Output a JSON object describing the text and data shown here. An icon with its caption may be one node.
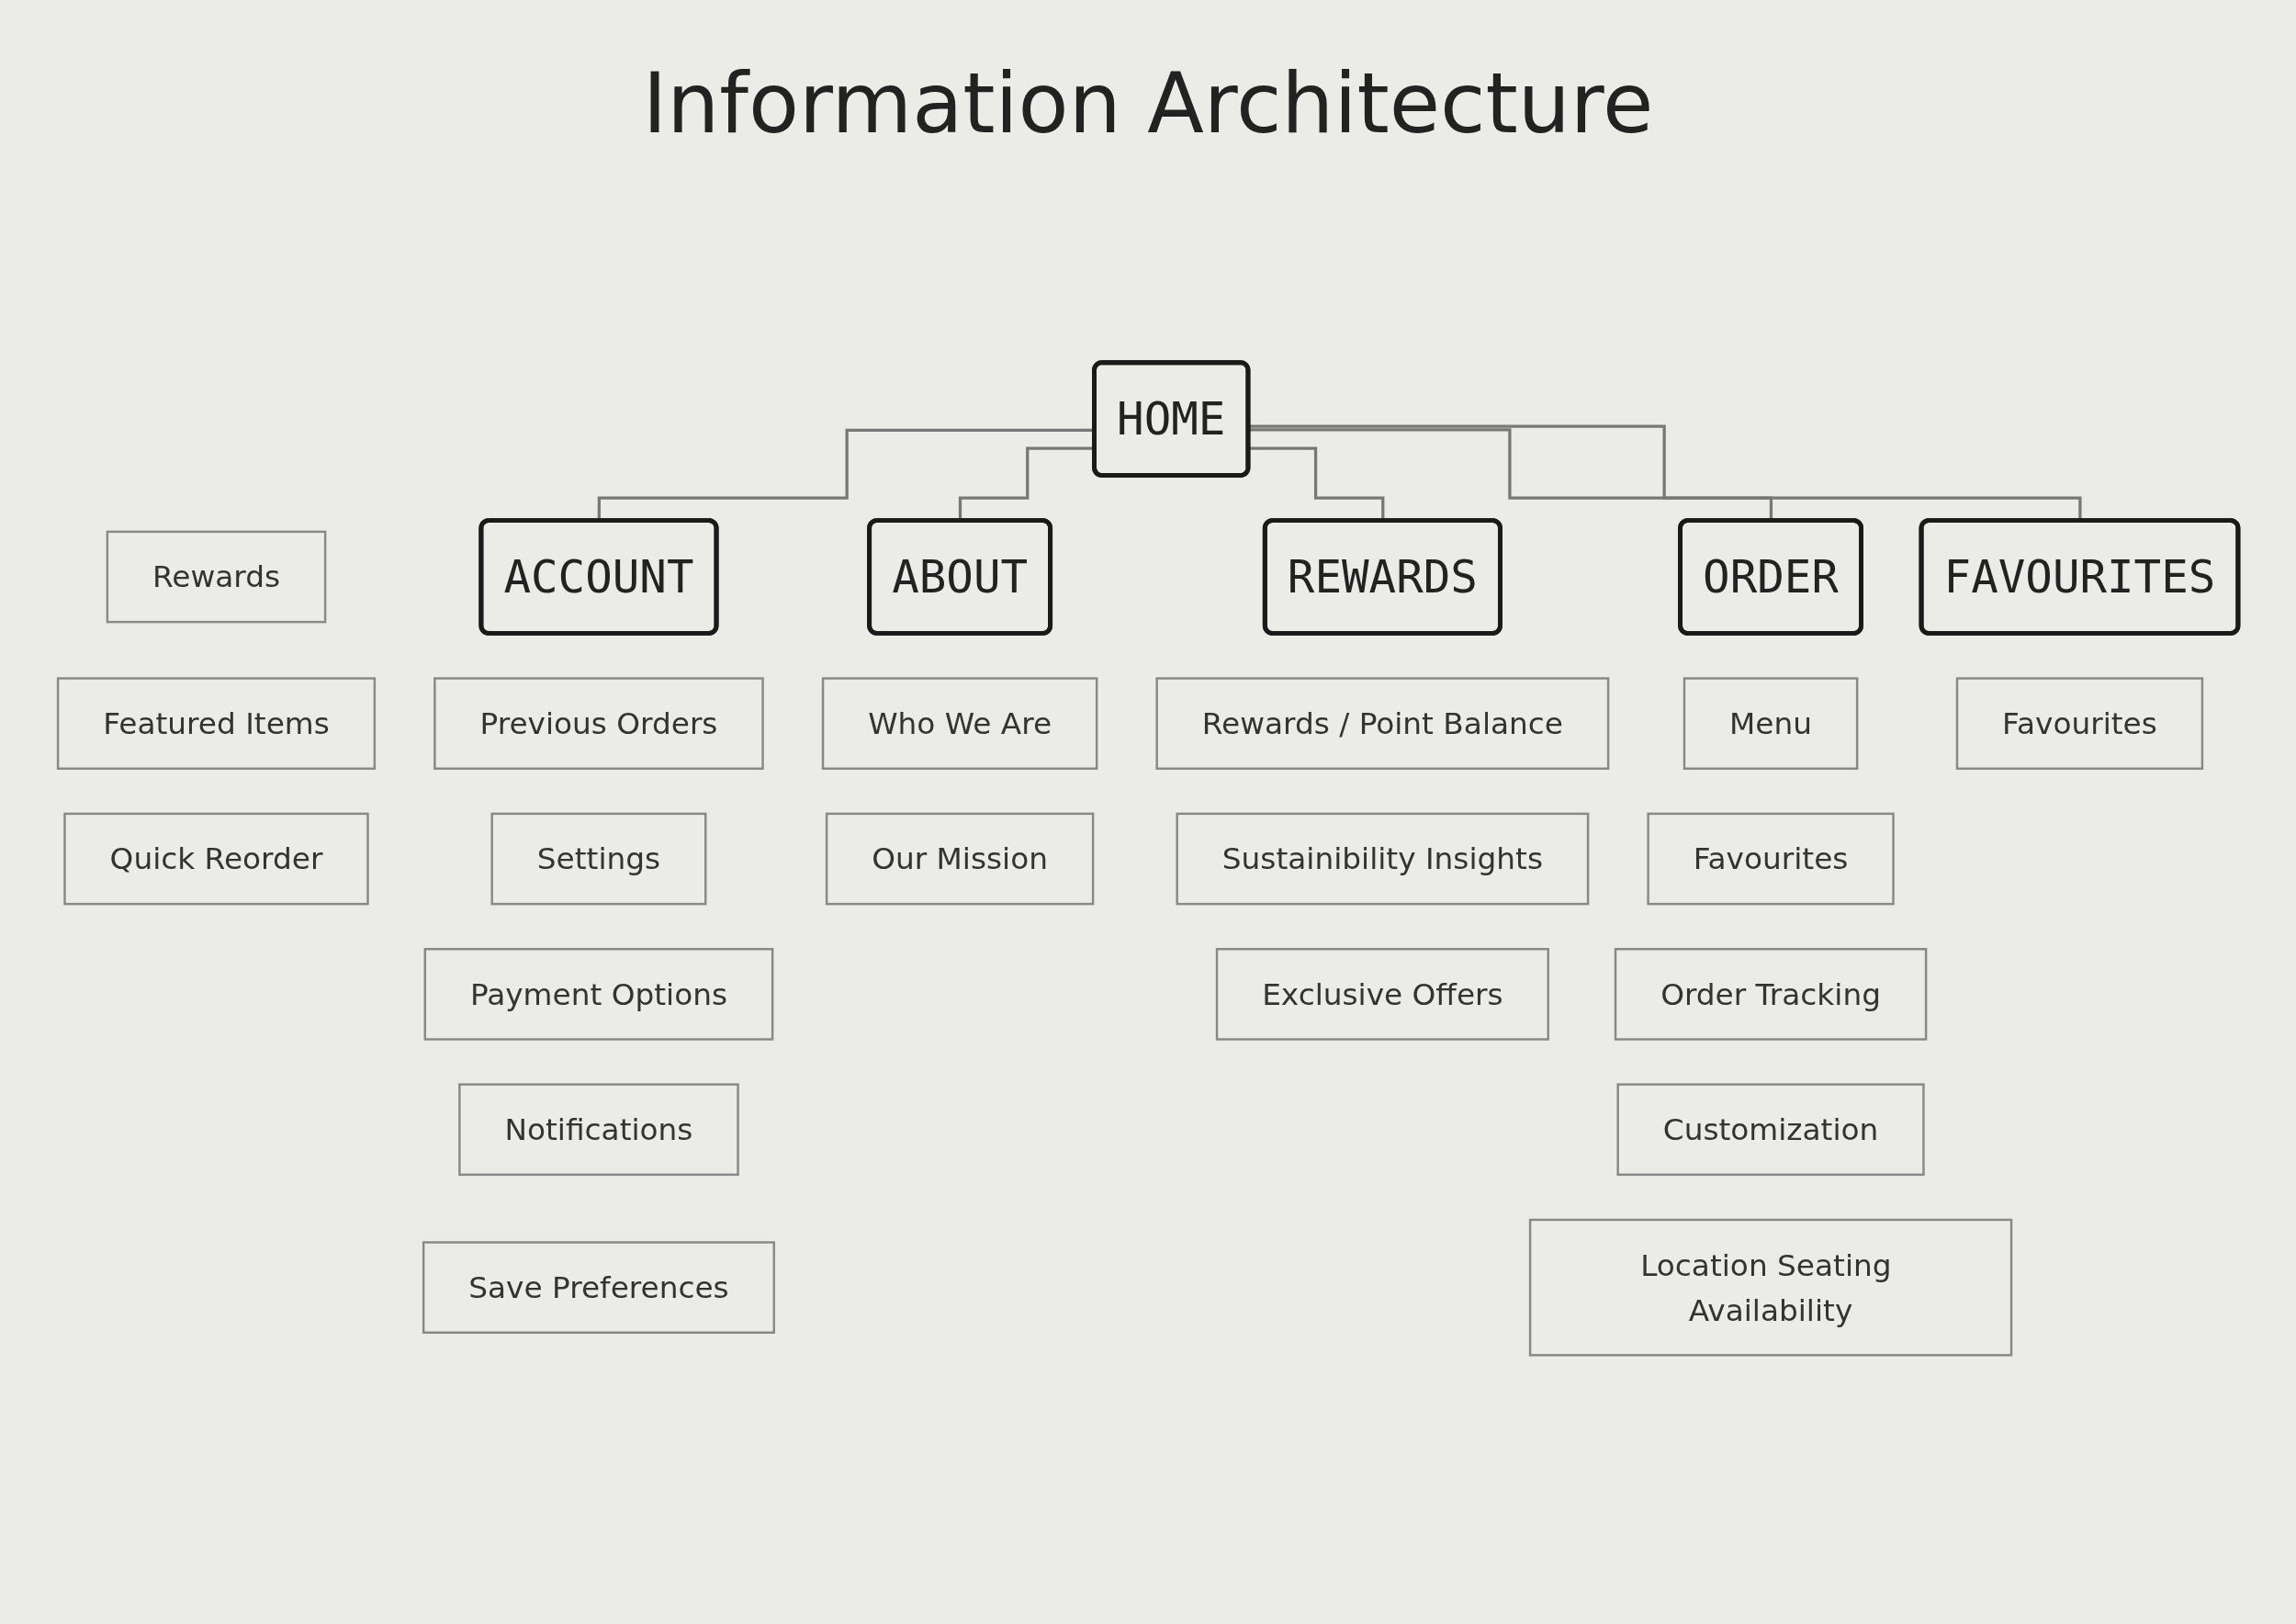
{
  "diagram": {
    "title": "Information Architecture",
    "nodes": [
      {
        "text": [
          "HOME"
        ]
      },
      {
        "text": [
          "Rewards"
        ]
      },
      {
        "text": [
          "Featured Items"
        ]
      },
      {
        "text": [
          "Quick Reorder"
        ]
      },
      {
        "text": [
          "ACCOUNT"
        ]
      },
      {
        "text": [
          "ABOUT"
        ]
      },
      {
        "text": [
          "REWARDS"
        ]
      },
      {
        "text": [
          "ORDER"
        ]
      },
      {
        "text": [
          "FAVOURITES"
        ]
      },
      {
        "text": [
          "Previous Orders"
        ]
      },
      {
        "text": [
          "Settings"
        ]
      },
      {
        "text": [
          "Payment Options"
        ]
      },
      {
        "text": [
          "Notifications"
        ]
      },
      {
        "text": [
          "Save Preferences"
        ]
      },
      {
        "text": [
          "Who We Are"
        ]
      },
      {
        "text": [
          "Our Mission"
        ]
      },
      {
        "text": [
          "Rewards / Point Balance"
        ]
      },
      {
        "text": [
          "Sustainibility Insights"
        ]
      },
      {
        "text": [
          "Exclusive Offers"
        ]
      },
      {
        "text": [
          "Menu"
        ]
      },
      {
        "text": [
          "Favourites"
        ]
      },
      {
        "text": [
          "Order Tracking"
        ]
      },
      {
        "text": [
          "Customization"
        ]
      },
      {
        "text": [
          "Location Seating Availability"
        ]
      },
      {
        "text": [
          "Favourites"
        ]
      }
    ],
    "edges": [
      {
        "from": 0,
        "to": 4,
        "arrow": "none"
      },
      {
        "from": 0,
        "to": 5,
        "arrow": "none"
      },
      {
        "from": 0,
        "to": 6,
        "arrow": "none"
      },
      {
        "from": 0,
        "to": 7,
        "arrow": "none"
      },
      {
        "from": 0,
        "to": 8,
        "arrow": "none"
      }
    ]
  }
}
